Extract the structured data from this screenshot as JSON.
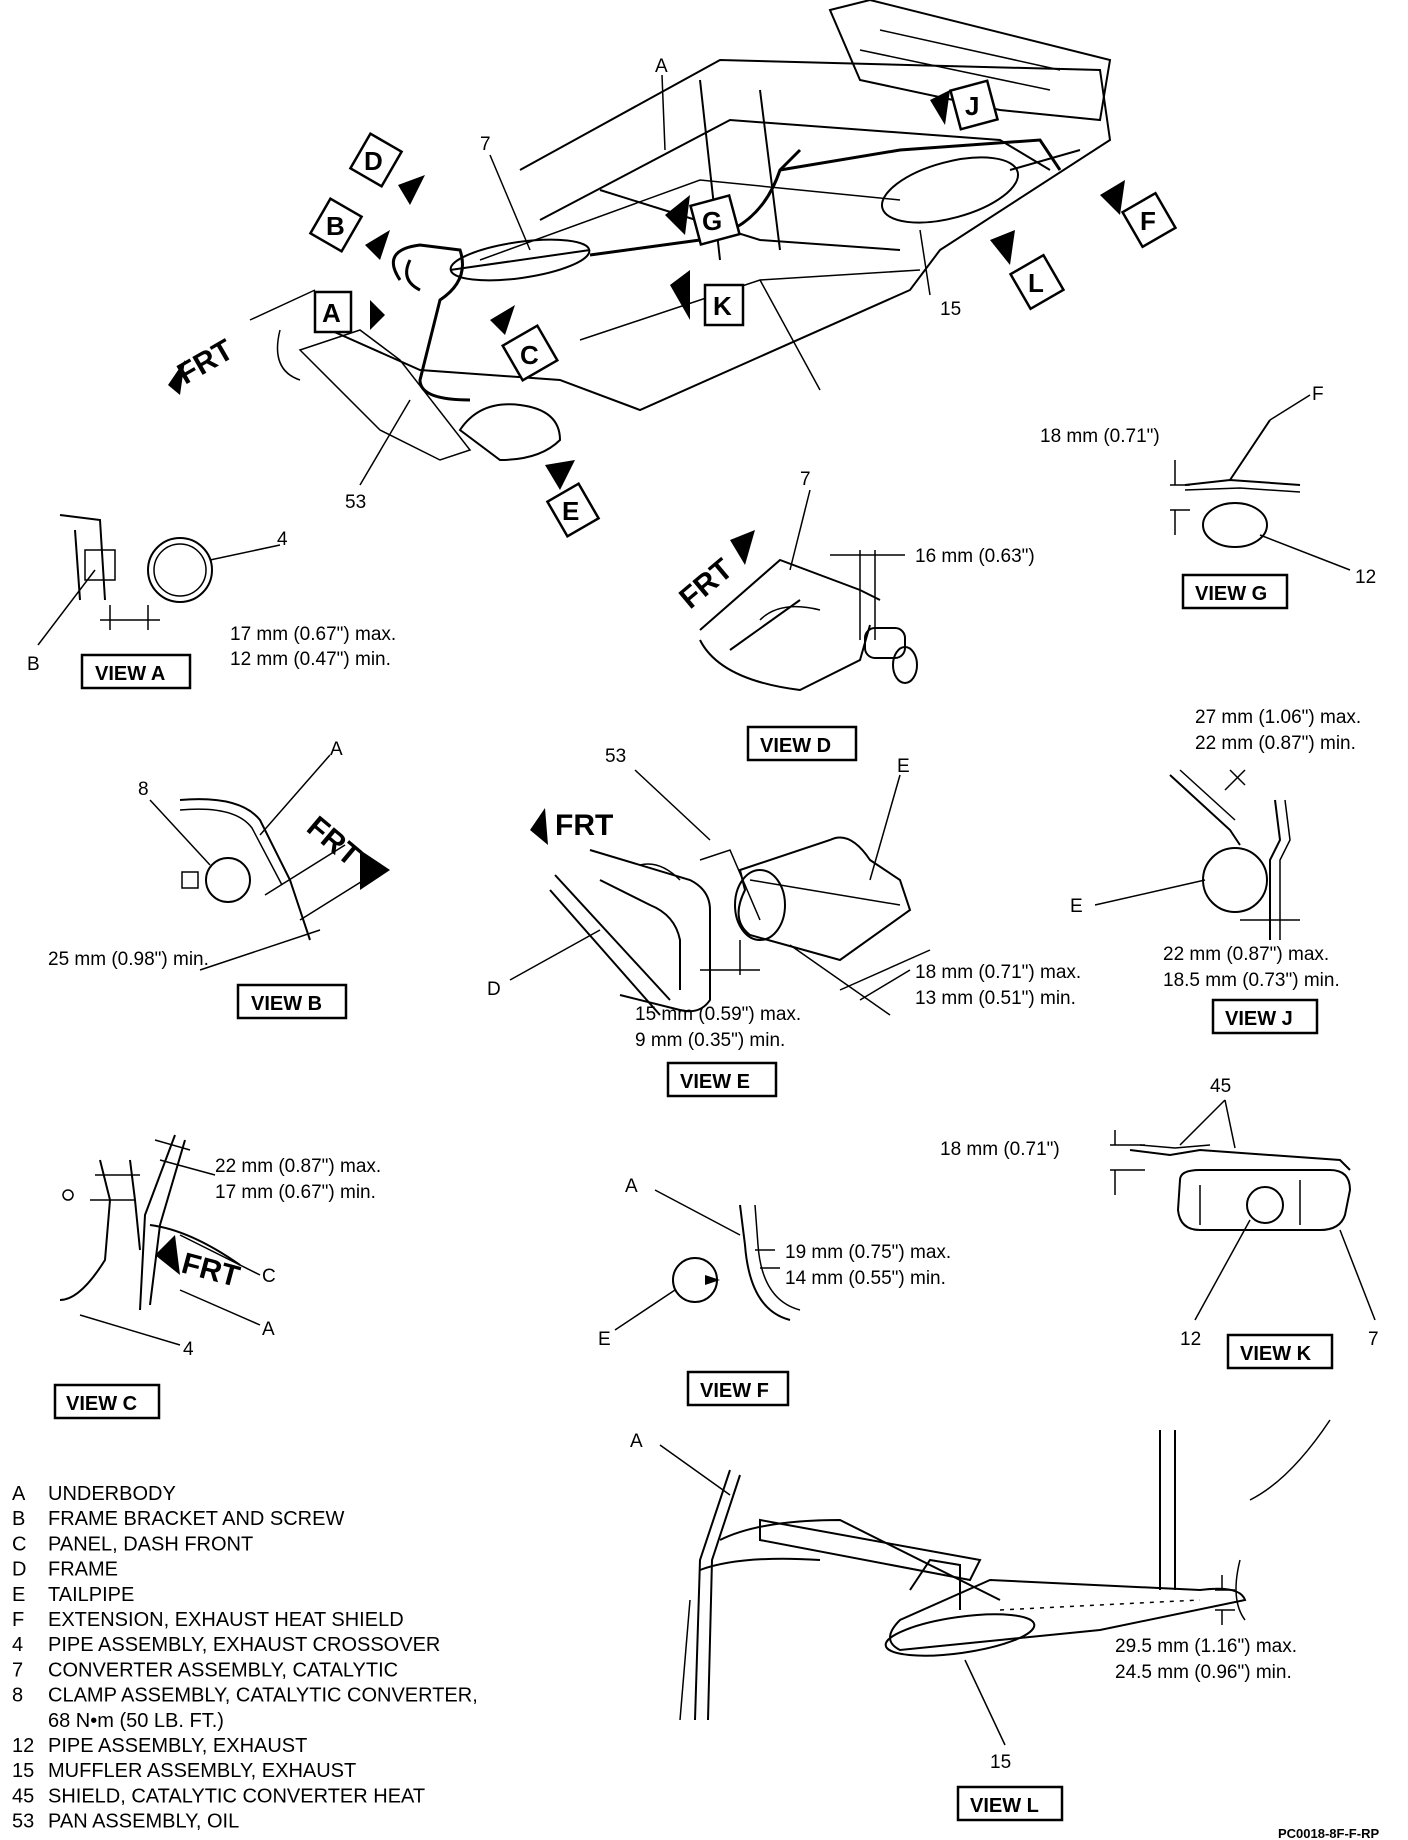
{
  "main_callouts": {
    "A": "A",
    "7": "7",
    "15": "15",
    "53": "53"
  },
  "view_boxes": {
    "A": "A",
    "B": "B",
    "C": "C",
    "D": "D",
    "E": "E",
    "F": "F",
    "G": "G",
    "J": "J",
    "K": "K",
    "L": "L"
  },
  "frt": "FRT",
  "view_a": {
    "title": "VIEW A",
    "callout_4": "4",
    "callout_b": "B",
    "dim_max": "17 mm (0.67\") max.",
    "dim_min": "12 mm (0.47\") min."
  },
  "view_b": {
    "title": "VIEW B",
    "callout_a": "A",
    "callout_8": "8",
    "dim": "25 mm (0.98\") min."
  },
  "view_c": {
    "title": "VIEW C",
    "callout_c": "C",
    "callout_a": "A",
    "callout_4": "4",
    "dim_max": "22 mm (0.87\") max.",
    "dim_min": "17 mm (0.67\") min."
  },
  "view_d": {
    "title": "VIEW D",
    "callout_7": "7",
    "dim": "16 mm (0.63\")"
  },
  "view_e": {
    "title": "VIEW E",
    "callout_53": "53",
    "callout_e": "E",
    "callout_d": "D",
    "dim1_max": "18 mm (0.71\") max.",
    "dim1_min": "13 mm (0.51\") min.",
    "dim2_max": "15 mm (0.59\") max.",
    "dim2_min": "9 mm (0.35\") min."
  },
  "view_f": {
    "title": "VIEW F",
    "callout_a": "A",
    "callout_e": "E",
    "dim_max": "19 mm (0.75\") max.",
    "dim_min": "14 mm (0.55\") min."
  },
  "view_g": {
    "title": "VIEW G",
    "callout_f": "F",
    "callout_12": "12",
    "dim": "18 mm (0.71\")"
  },
  "view_j": {
    "title": "VIEW J",
    "callout_e": "E",
    "dim1_max": "27 mm (1.06\") max.",
    "dim1_min": "22 mm (0.87\") min.",
    "dim2_max": "22 mm (0.87\") max.",
    "dim2_min": "18.5 mm (0.73\") min."
  },
  "view_k": {
    "title": "VIEW K",
    "callout_45": "45",
    "callout_12": "12",
    "callout_7": "7",
    "dim": "18 mm (0.71\")"
  },
  "view_l": {
    "title": "VIEW L",
    "callout_a": "A",
    "callout_15": "15",
    "dim_max": "29.5 mm (1.16\") max.",
    "dim_min": "24.5 mm (0.96\") min."
  },
  "legend": [
    {
      "key": "A",
      "text": "UNDERBODY"
    },
    {
      "key": "B",
      "text": "FRAME BRACKET AND SCREW"
    },
    {
      "key": "C",
      "text": "PANEL, DASH FRONT"
    },
    {
      "key": "D",
      "text": "FRAME"
    },
    {
      "key": "E",
      "text": "TAILPIPE"
    },
    {
      "key": "F",
      "text": "EXTENSION, EXHAUST HEAT SHIELD"
    },
    {
      "key": "4",
      "text": "PIPE ASSEMBLY, EXHAUST CROSSOVER"
    },
    {
      "key": "7",
      "text": "CONVERTER ASSEMBLY, CATALYTIC"
    },
    {
      "key": "8",
      "text": "CLAMP ASSEMBLY, CATALYTIC CONVERTER,"
    },
    {
      "key": "",
      "text": "68 N•m (50 LB. FT.)"
    },
    {
      "key": "12",
      "text": "PIPE ASSEMBLY, EXHAUST"
    },
    {
      "key": "15",
      "text": "MUFFLER ASSEMBLY, EXHAUST"
    },
    {
      "key": "45",
      "text": "SHIELD, CATALYTIC CONVERTER HEAT"
    },
    {
      "key": "53",
      "text": "PAN ASSEMBLY, OIL"
    }
  ],
  "figure_code": "PC0018-8F-F-RP"
}
